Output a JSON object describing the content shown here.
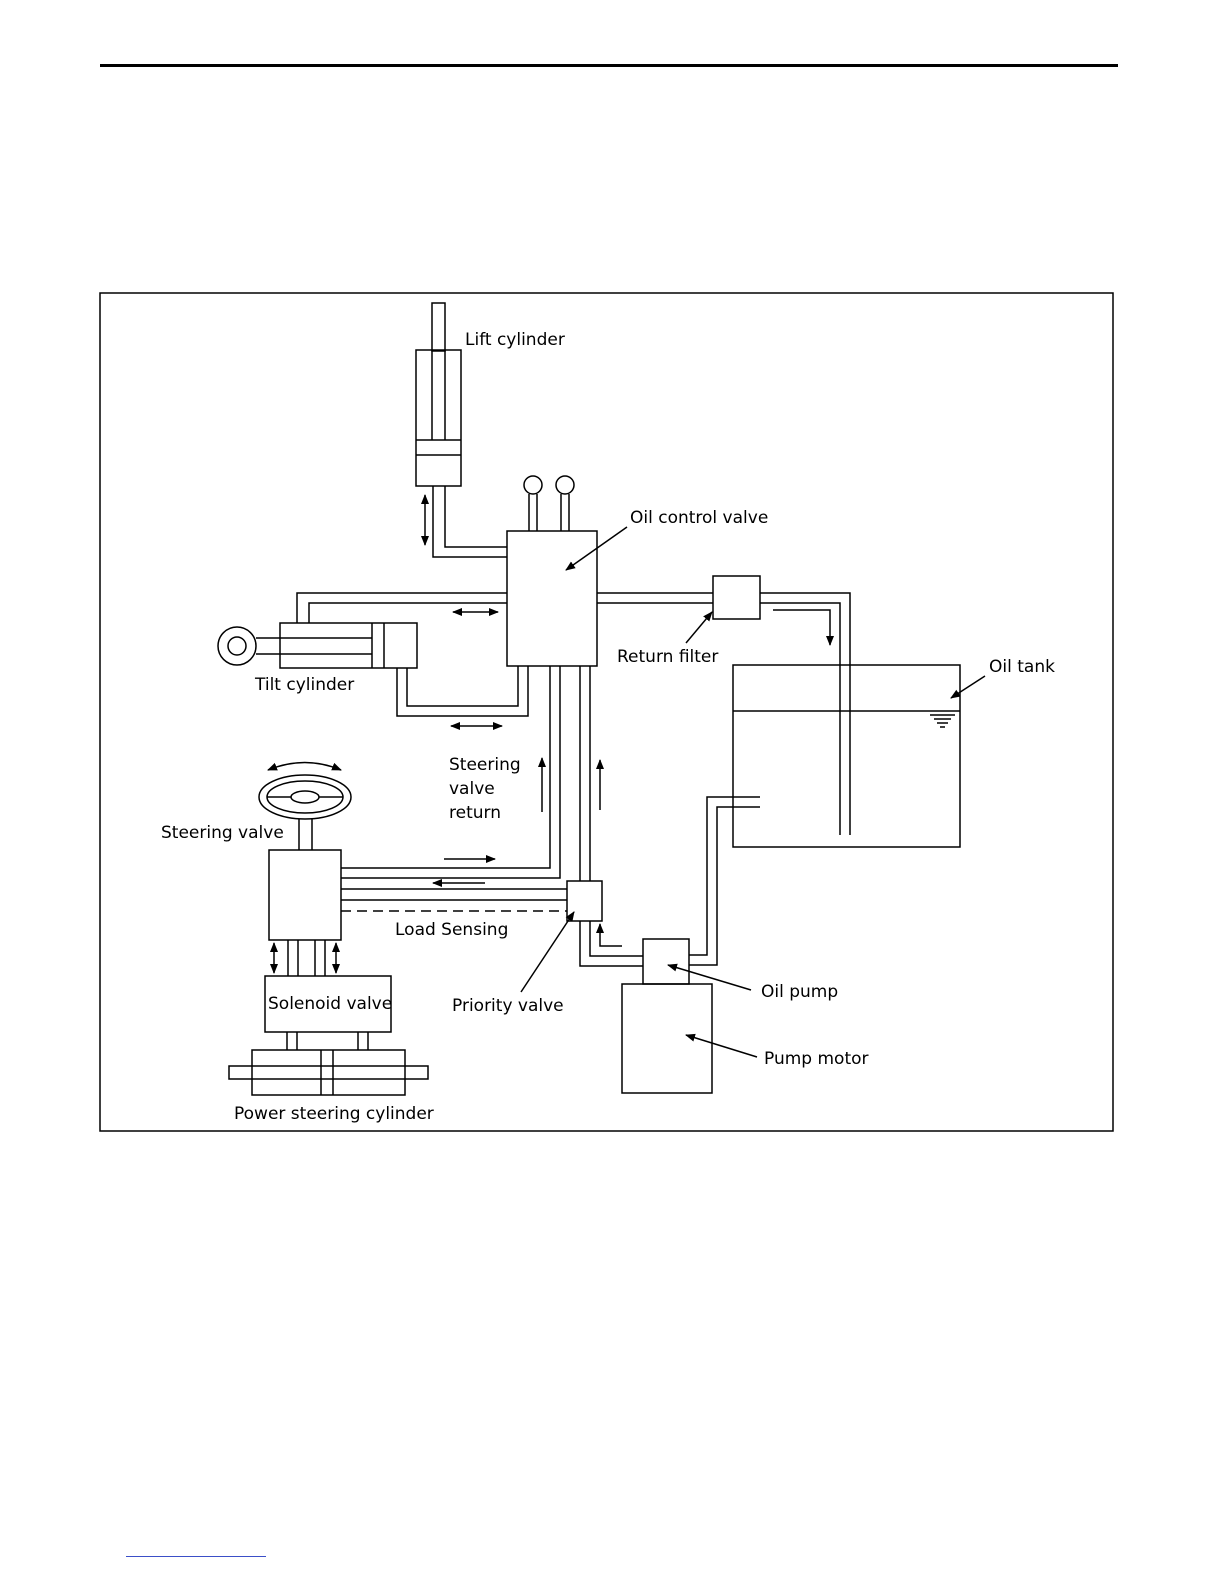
{
  "diagram": {
    "labels": {
      "lift_cylinder": "Lift cylinder",
      "oil_control_valve": "Oil control valve",
      "return_filter": "Return filter",
      "oil_tank": "Oil tank",
      "tilt_cylinder": "Tilt cylinder",
      "steering_valve_return_1": "Steering",
      "steering_valve_return_2": "valve",
      "steering_valve_return_3": "return",
      "steering_valve": "Steering valve",
      "load_sensing": "Load Sensing",
      "priority_valve": "Priority valve",
      "oil_pump": "Oil pump",
      "pump_motor": "Pump motor",
      "solenoid_valve": "Solenoid valve",
      "power_steering_cylinder": "Power steering cylinder"
    }
  }
}
